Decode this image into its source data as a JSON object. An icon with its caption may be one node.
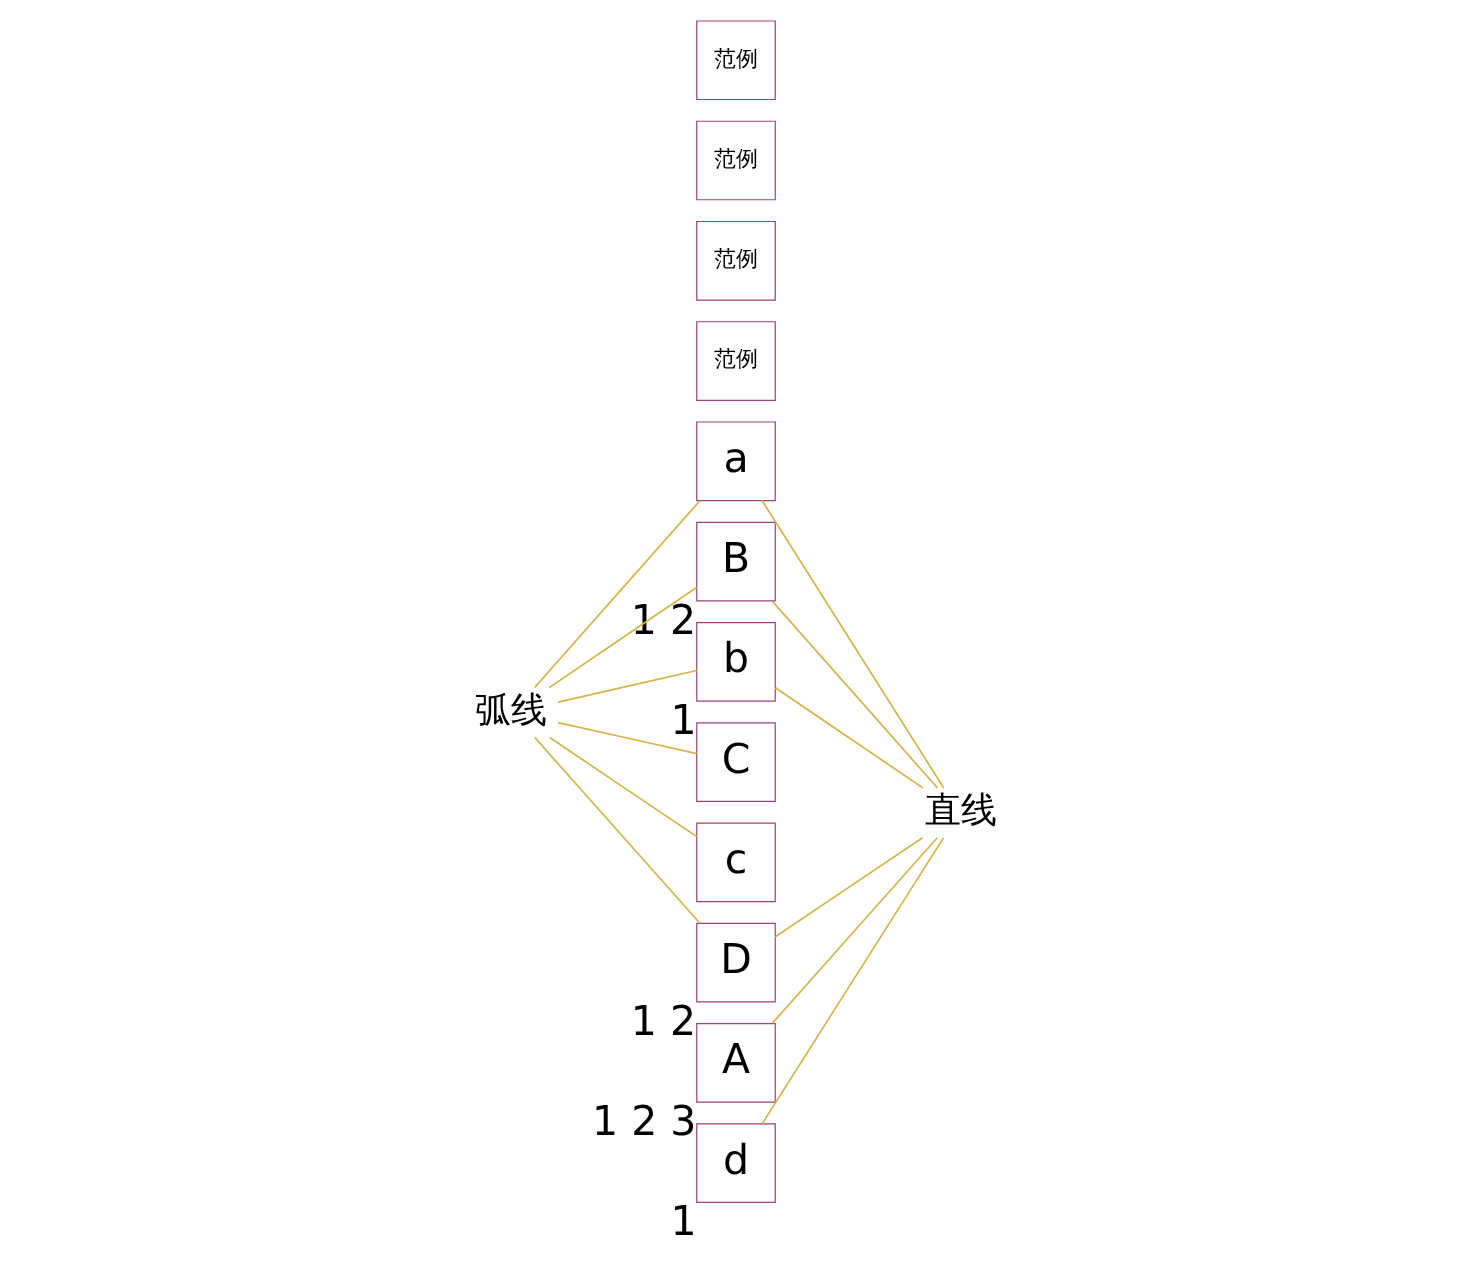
{
  "diagram": {
    "nodes": [
      {
        "text": [
          "弧线"
        ]
      },
      {
        "text": [
          "直线"
        ]
      },
      {
        "text": [
          "范例"
        ]
      },
      {
        "text": [
          "A"
        ],
        "beside": [
          "1",
          "2",
          "3"
        ]
      },
      {
        "text": [
          "a"
        ]
      },
      {
        "text": [
          "范例"
        ]
      },
      {
        "text": [
          "B"
        ],
        "beside": [
          "1",
          "2"
        ]
      },
      {
        "text": [
          "b"
        ],
        "beside": [
          "1"
        ]
      },
      {
        "text": [
          "范例"
        ]
      },
      {
        "text": [
          "C"
        ]
      },
      {
        "text": [
          "c"
        ]
      },
      {
        "text": [
          "范例"
        ]
      },
      {
        "text": [
          "D"
        ],
        "beside": [
          "1",
          "2"
        ]
      },
      {
        "text": [
          "d"
        ],
        "beside": [
          "1"
        ]
      }
    ],
    "edges": [
      {
        "from": 0,
        "to": 4,
        "arrow": "none"
      },
      {
        "from": 0,
        "to": 6,
        "arrow": "none"
      },
      {
        "from": 0,
        "to": 7,
        "arrow": "none"
      },
      {
        "from": 0,
        "to": 9,
        "arrow": "none"
      },
      {
        "from": 0,
        "to": 10,
        "arrow": "none"
      },
      {
        "from": 0,
        "to": 12,
        "arrow": "none"
      },
      {
        "from": 1,
        "to": 3,
        "arrow": "none"
      },
      {
        "from": 1,
        "to": 4,
        "arrow": "none"
      },
      {
        "from": 1,
        "to": 6,
        "arrow": "none"
      },
      {
        "from": 1,
        "to": 7,
        "arrow": "none"
      },
      {
        "from": 1,
        "to": 12,
        "arrow": "none"
      },
      {
        "from": 1,
        "to": 13,
        "arrow": "none"
      }
    ]
  }
}
